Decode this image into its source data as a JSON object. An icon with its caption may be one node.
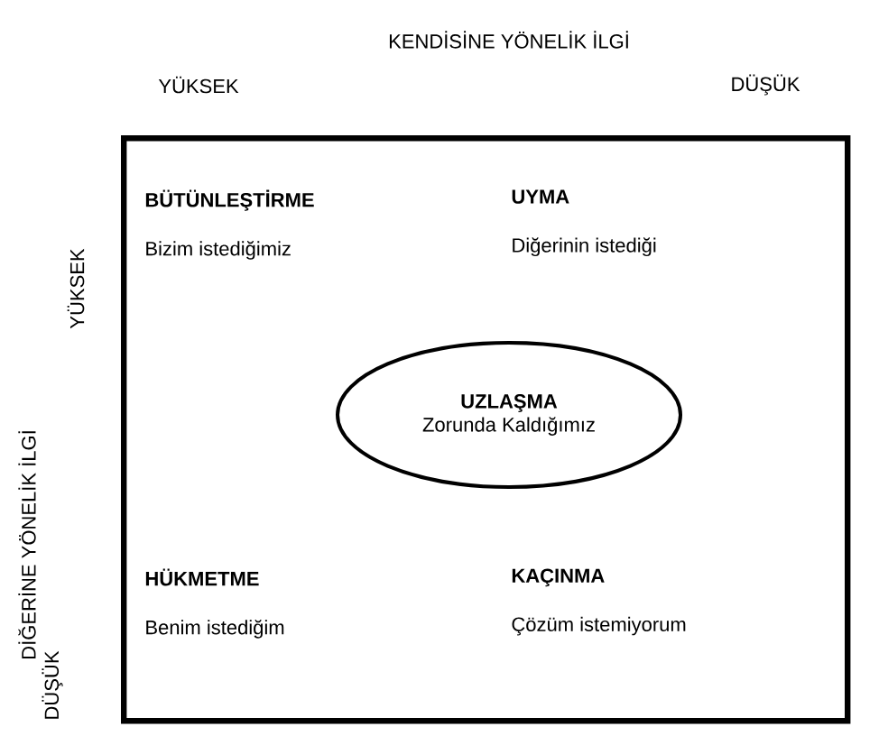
{
  "diagram": {
    "nodes": [
      {
        "text": [],
        "shape": "box"
      },
      {
        "text": [
          "BÜTÜNLEŞTİRME",
          "Bizim istediğimiz"
        ],
        "in": 0
      },
      {
        "text": [
          "UYMA",
          "Diğerinin istediği"
        ],
        "in": 0
      },
      {
        "text": [
          "UZLAŞMA",
          "Zorunda Kaldığımız"
        ],
        "in": 0
      },
      {
        "text": [
          "HÜKMETME",
          "Benim istediğim"
        ],
        "in": 0
      },
      {
        "text": [
          "KAÇINMA",
          "Çözüm istemiyorum"
        ],
        "in": 0
      }
    ],
    "labels": [
      "KENDİSİNE YÖNELİK İLGİ",
      "YÜKSEK",
      "DÜŞÜK",
      "DİĞERİNE YÖNELİK İLGİ",
      "YÜKSEK",
      "DÜŞÜK"
    ]
  }
}
